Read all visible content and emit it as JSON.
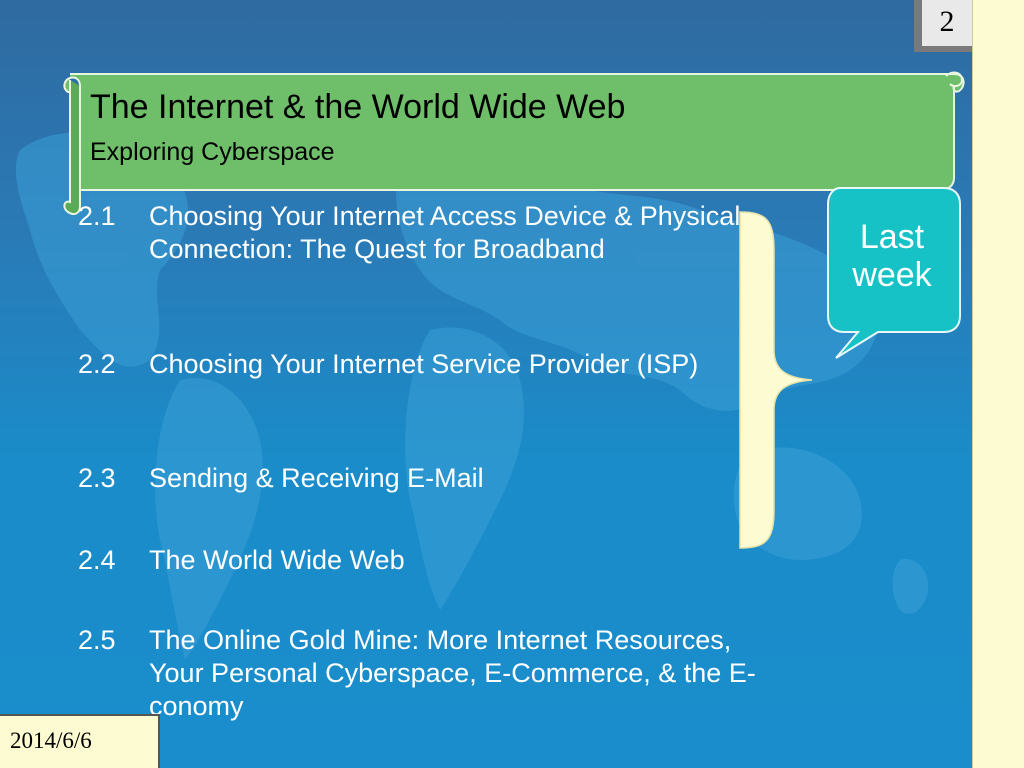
{
  "slide": {
    "page_number": "2",
    "title": "The Internet & the World Wide Web",
    "subtitle": "Exploring Cyberspace",
    "callout": {
      "line1": "Last",
      "line2": "week"
    },
    "items": [
      {
        "num": "2.1",
        "text": "Choosing Your Internet Access Device & Physical Connection:  The Quest for Broadband"
      },
      {
        "num": "2.2",
        "text": "Choosing Your Internet Service Provider (ISP)"
      },
      {
        "num": "2.3",
        "text": "Sending & Receiving E-Mail"
      },
      {
        "num": "2.4",
        "text": "The World Wide Web"
      },
      {
        "num": "2.5",
        "text": "The Online Gold Mine:  More Internet Resources, Your Personal Cyberspace, E-Commerce, & the E-conomy"
      }
    ],
    "date": "2014/6/6"
  },
  "colors": {
    "banner_fill": "#6fbf6a",
    "callout_fill": "#17c2c6",
    "brace_fill": "#fdfbd2",
    "text_light": "#ffffff"
  }
}
